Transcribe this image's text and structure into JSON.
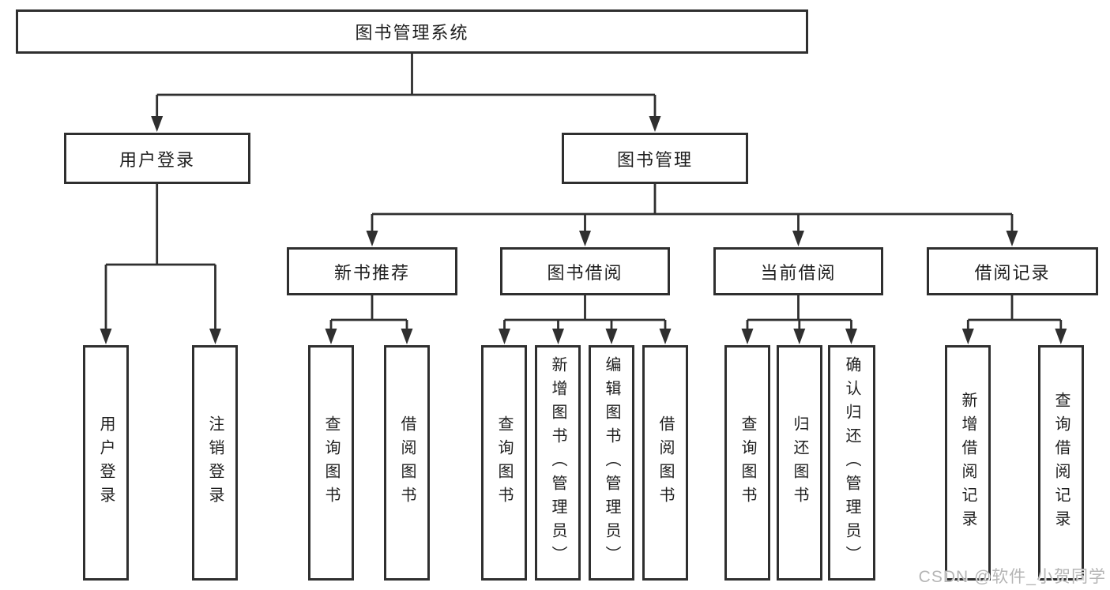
{
  "root": {
    "label": "图书管理系统"
  },
  "level2": [
    {
      "label": "用户登录"
    },
    {
      "label": "图书管理"
    }
  ],
  "level3": [
    {
      "label": "新书推荐"
    },
    {
      "label": "图书借阅"
    },
    {
      "label": "当前借阅"
    },
    {
      "label": "借阅记录"
    }
  ],
  "leaves": [
    {
      "label": "用户登录"
    },
    {
      "label": "注销登录"
    },
    {
      "label": "查询图书"
    },
    {
      "label": "借阅图书"
    },
    {
      "label": "查询图书"
    },
    {
      "label": "新增图书（管理员）"
    },
    {
      "label": "编辑图书（管理员）"
    },
    {
      "label": "借阅图书"
    },
    {
      "label": "查询图书"
    },
    {
      "label": "归还图书"
    },
    {
      "label": "确认归还（管理员）"
    },
    {
      "label": "新增借阅记录"
    },
    {
      "label": "查询借阅记录"
    }
  ],
  "watermark": {
    "text": "CSDN @软件_小贺同学"
  },
  "colors": {
    "line": "#2f2f2f",
    "text": "#1f1f1f",
    "watermark": "#b5b5b5",
    "background": "#ffffff"
  }
}
